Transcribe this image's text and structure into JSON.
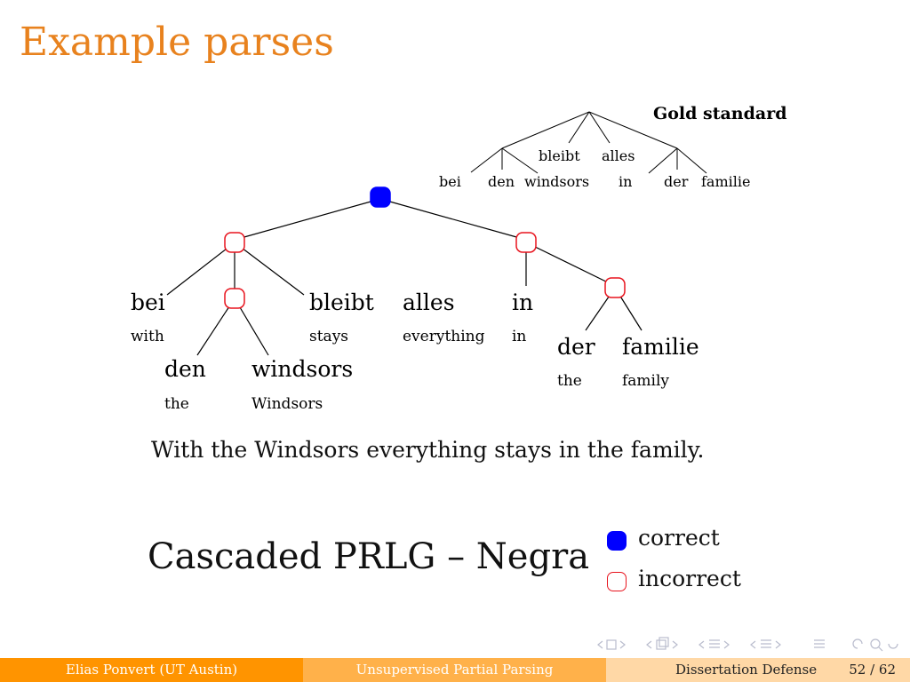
{
  "slide": {
    "title": "Example parses",
    "sentence": "With the Windsors everything stays in the family.",
    "model_label": "Cascaded PRLG – Negra"
  },
  "gold": {
    "title": "Gold standard",
    "words": [
      "bei",
      "den",
      "windsors",
      "bleibt",
      "alles",
      "in",
      "der",
      "familie"
    ]
  },
  "parse": {
    "words": [
      {
        "word": "bei",
        "gloss": "with"
      },
      {
        "word": "den",
        "gloss": "the"
      },
      {
        "word": "windsors",
        "gloss": "Windsors"
      },
      {
        "word": "bleibt",
        "gloss": "stays"
      },
      {
        "word": "alles",
        "gloss": "everything"
      },
      {
        "word": "in",
        "gloss": "in"
      },
      {
        "word": "der",
        "gloss": "the"
      },
      {
        "word": "familie",
        "gloss": "family"
      }
    ],
    "nodes": [
      {
        "id": "root",
        "status": "correct"
      },
      {
        "id": "np-left",
        "status": "incorrect"
      },
      {
        "id": "np-den-windsors",
        "status": "incorrect"
      },
      {
        "id": "pp-right",
        "status": "incorrect"
      },
      {
        "id": "np-der-familie",
        "status": "incorrect"
      }
    ]
  },
  "legend": {
    "correct_label": "correct",
    "incorrect_label": "incorrect",
    "correct_color": "#0000ff",
    "incorrect_color": "#e8141e"
  },
  "footer": {
    "author": "Elias Ponvert (UT Austin)",
    "short_title": "Unsupervised Partial Parsing",
    "event": "Dissertation Defense",
    "page": "52 / 62"
  },
  "nav_icons": [
    "nav-frame-icon",
    "nav-subsection-icon",
    "nav-section-icon",
    "nav-search-icon"
  ]
}
